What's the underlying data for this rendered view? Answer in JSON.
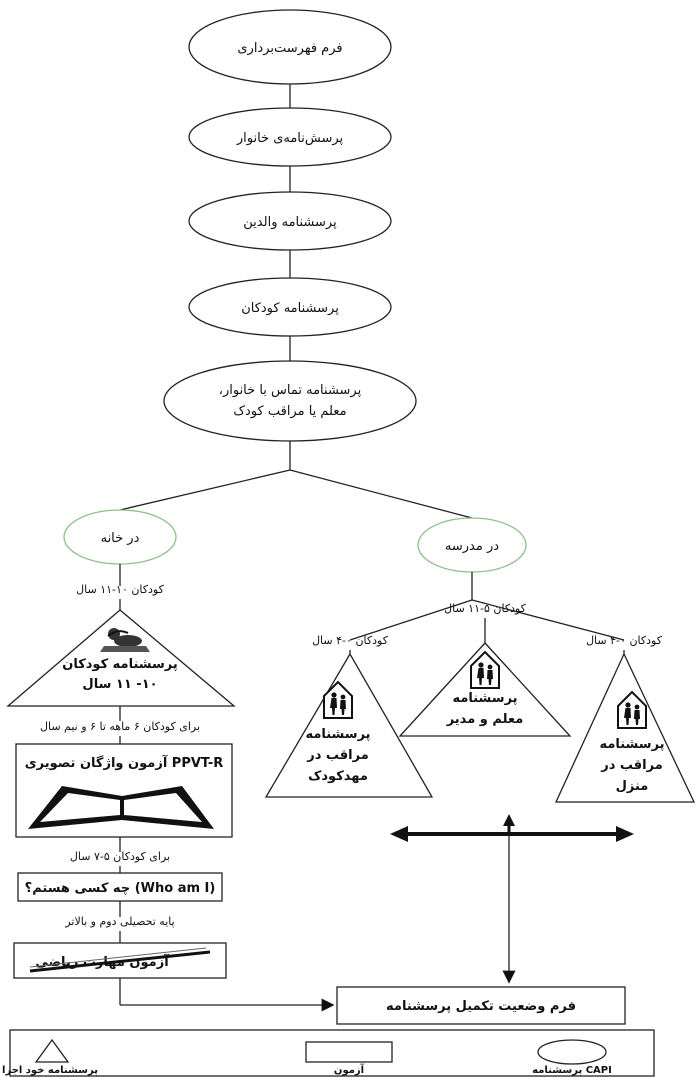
{
  "flow": {
    "inventory_form": "فرم فهرست‌برداری",
    "household_q": "پرسش‌نامه‌ی خانوار",
    "parents_q": "پرسشنامه والدین",
    "children_q": "پرسشنامه کودکان",
    "contact_q_line1": "پرسشنامه تماس با خانوار،",
    "contact_q_line2": "معلم یا مراقب کودک"
  },
  "home": {
    "label": "در خانه",
    "age_10_11": "کودکان ۱۰-۱۱ سال",
    "tri_line1": "پرسشنامه کودکان",
    "tri_line2": "۱۰- ۱۱ سال",
    "ppvt_age": "برای کودکان ۶ ماهه تا ۶ و نیم سال",
    "ppvt_test": "آزمون واژگان تصویری PPVT-R",
    "whoami_age": "برای کودکان ۵-۷ سال",
    "whoami_test": "چه کسی هستم؟ (Who am I)",
    "math_age": "پایه تحصیلی دوم و بالاتر",
    "math_test": "آزمون مهارت ریاضی"
  },
  "school": {
    "label": "در مدرسه",
    "age_5_11": "کودکان ۵-۱۱ سال",
    "teacher_line1": "پرسشنامه",
    "teacher_line2": "معلم و مدیر",
    "age_0_4_left": "کودکان ۰-۴ سال",
    "daycare_line1": "پرسشنامه",
    "daycare_line2": "مراقب در",
    "daycare_line3": "مهدکودک",
    "age_0_4_right": "کودکان ۰-۴ سال",
    "homecare_line1": "پرسشنامه",
    "homecare_line2": "مراقب در",
    "homecare_line3": "منزل"
  },
  "completion_form": "فرم وضعیت تکمیل پرسشنامه",
  "legend": {
    "self_admin": "پرسشنامه خود اجرا",
    "test": "آزمون",
    "capi": "پرسشنامه CAPI"
  },
  "icons": {
    "child": "child-reading-icon",
    "school_sign": "school-crossing-icon",
    "book": "open-book-icon",
    "pencil": "pencil-icon"
  },
  "colors": {
    "home_school_ellipse_stroke": "#8cc08c",
    "line": "#222222"
  }
}
